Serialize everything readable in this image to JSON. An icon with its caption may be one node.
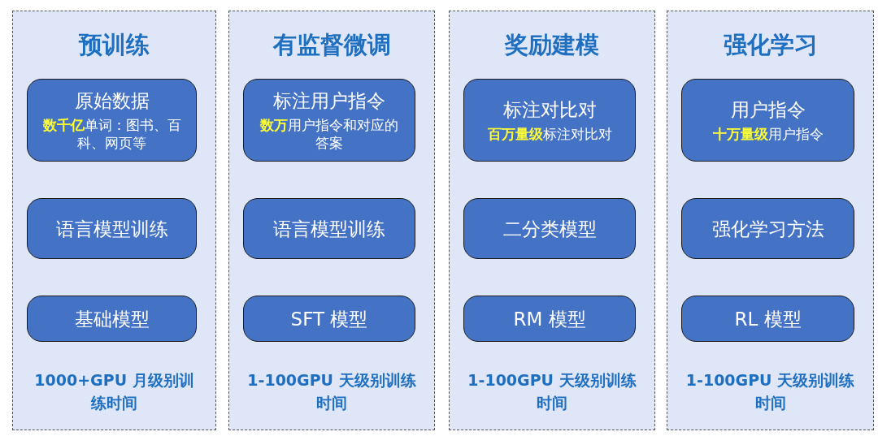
{
  "diagram": {
    "nodes": [
      {
        "text": [
          "预训练",
          "1000+GPU 月级别训练时间"
        ]
      },
      {
        "text": [
          "原始数据",
          "**数千亿**单词：图书、百科、网页等"
        ],
        "in": 0
      },
      {
        "text": [
          "语言模型训练"
        ],
        "in": 0
      },
      {
        "text": [
          "基础模型"
        ],
        "in": 0
      },
      {
        "text": [
          "有监督微调",
          "1-100GPU 天级别训练时间"
        ]
      },
      {
        "text": [
          "标注用户指令",
          "**数万**用户指令和对应的答案"
        ],
        "in": 4
      },
      {
        "text": [
          "语言模型训练"
        ],
        "in": 4
      },
      {
        "text": [
          "SFT 模型"
        ],
        "in": 4
      },
      {
        "text": [
          "奖励建模",
          "1-100GPU 天级别训练时间"
        ]
      },
      {
        "text": [
          "标注对比对",
          "**百万量级**标注对比对"
        ],
        "in": 8
      },
      {
        "text": [
          "二分类模型"
        ],
        "in": 8
      },
      {
        "text": [
          "RM 模型"
        ],
        "in": 8
      },
      {
        "text": [
          "强化学习",
          "1-100GPU 天级别训练时间"
        ]
      },
      {
        "text": [
          "用户指令",
          "**十万量级**用户指令"
        ],
        "in": 12
      },
      {
        "text": [
          "强化学习方法"
        ],
        "in": 12
      },
      {
        "text": [
          "RL 模型"
        ],
        "in": 12
      }
    ]
  }
}
